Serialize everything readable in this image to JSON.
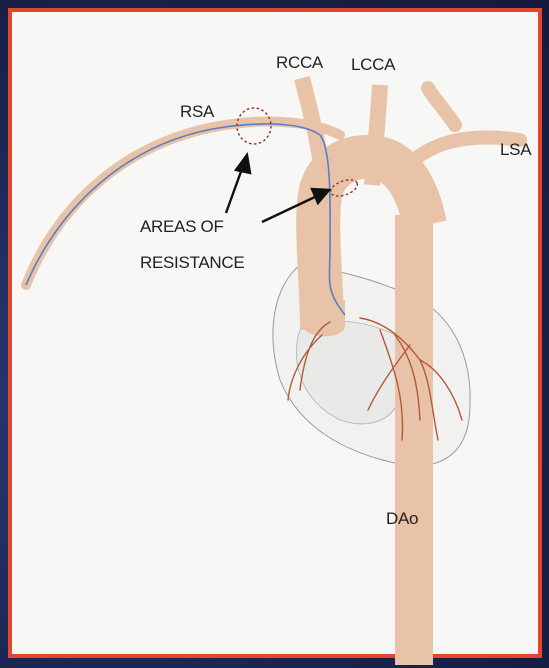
{
  "labels": {
    "rcca": "RCCA",
    "lcca": "LCCA",
    "rsa": "RSA",
    "lsa": "LSA",
    "areas_line1": "AREAS OF",
    "areas_line2": "RESISTANCE",
    "dao": "DAo"
  },
  "colors": {
    "frame_border": "#e2462c",
    "background_outer": "#1f2a55",
    "panel": "#f7f7f5",
    "vessel": "#e8c3a8",
    "coronary": "#b4583a",
    "catheter": "#5a7fc7",
    "marker_circle": "#9a2a2a",
    "heart_outline": "#9a9a9a"
  }
}
